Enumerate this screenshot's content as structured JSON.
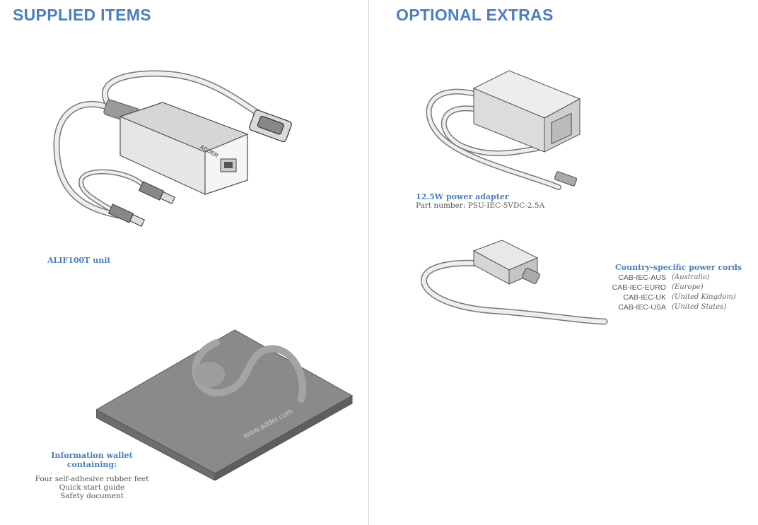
{
  "supplied": {
    "title": "SUPPLIED ITEMS",
    "unit": {
      "label": "ALIF100T unit",
      "device_logo": "ADDER"
    },
    "wallet": {
      "title_line1": "Information wallet",
      "title_line2": "containing:",
      "items": [
        "Four self-adhesive rubber feet",
        "Quick start guide",
        "Safety document"
      ],
      "cover_text": "www.adder.com"
    }
  },
  "optional": {
    "title": "OPTIONAL EXTRAS",
    "adapter": {
      "title": "12.5W power adapter",
      "part": "Part number: PSU-IEC-5VDC-2.5A"
    },
    "cords": {
      "title": "Country-specific power cords",
      "items": [
        {
          "code": "CAB-IEC-AUS",
          "region": "(Australia)"
        },
        {
          "code": "CAB-IEC-EURO",
          "region": "(Europe)"
        },
        {
          "code": "CAB-IEC-UK",
          "region": "(United Kingdom)"
        },
        {
          "code": "CAB-IEC-USA",
          "region": "(United States)"
        }
      ]
    }
  }
}
